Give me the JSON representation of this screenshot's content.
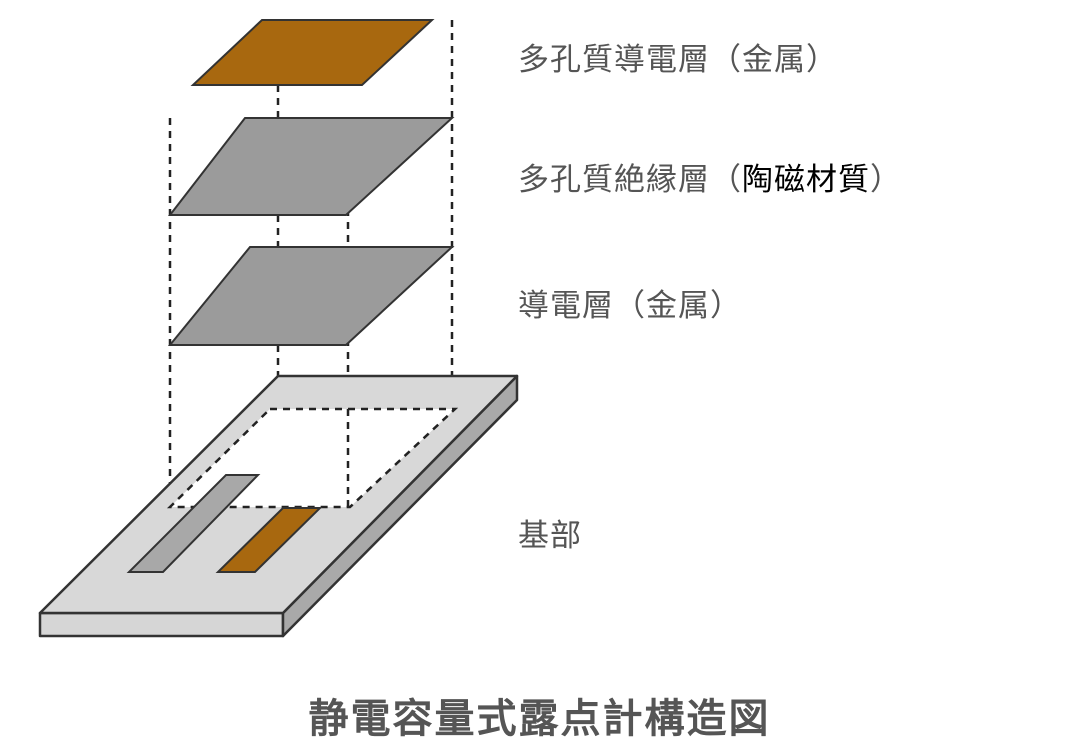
{
  "labels": {
    "porous_conductive_layer": "多孔質導電層（金属）",
    "porous_insulating_layer_prefix": "多孔質絶縁層（",
    "porous_insulating_layer_material": "陶磁材質",
    "porous_insulating_layer_suffix": "）",
    "conductive_layer": "導電層（金属）",
    "base": "基部"
  },
  "title": "静電容量式露点計構造図",
  "colors": {
    "metal_brown": "#a8680f",
    "layer_gray": "#9b9b9b",
    "base_gray": "#d8d8d8",
    "outline": "#333333",
    "text": "#555555"
  }
}
